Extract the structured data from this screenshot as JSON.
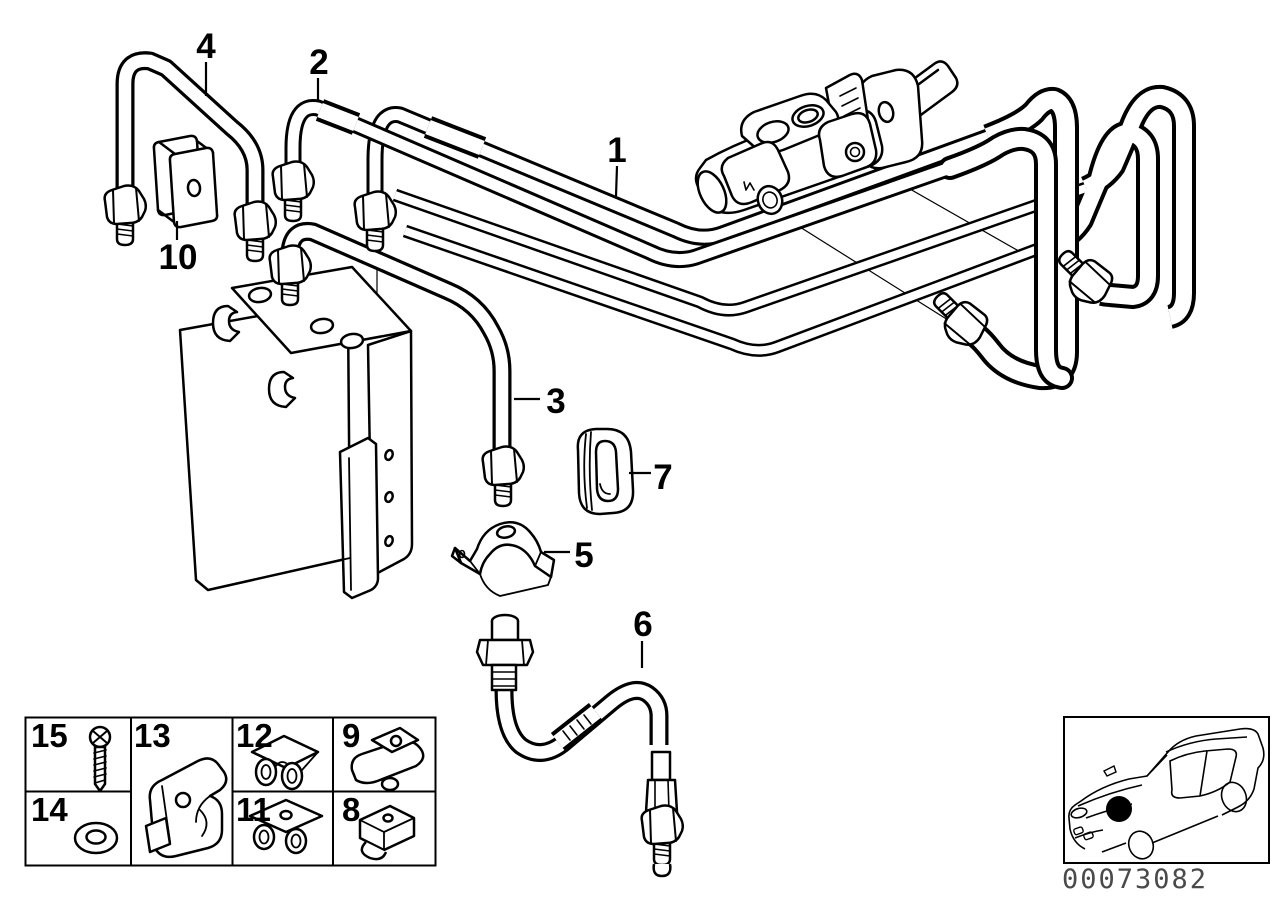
{
  "callouts": [
    {
      "label": "1"
    },
    {
      "label": "2"
    },
    {
      "label": "3"
    },
    {
      "label": "4"
    },
    {
      "label": "5"
    },
    {
      "label": "6"
    },
    {
      "label": "7"
    },
    {
      "label": "8"
    },
    {
      "label": "9"
    },
    {
      "label": "10"
    },
    {
      "label": "11"
    },
    {
      "label": "12"
    },
    {
      "label": "13"
    },
    {
      "label": "14"
    },
    {
      "label": "15"
    }
  ],
  "part_number": "00073082",
  "colors": {
    "line": "#000000",
    "background": "#ffffff",
    "part_number_text": "#4a4a4a"
  },
  "parts": {
    "p1": "brake-pipe-long",
    "p2": "brake-pipe-arched",
    "p3": "brake-pipe-to-hydro-unit",
    "p4": "brake-pipe-jumper",
    "p5": "holding-bracket",
    "p6": "brake-hose-front",
    "p7": "oval-grommet",
    "p8": "clamp-nut",
    "p9": "pipe-holder",
    "p10": "rubber-mount-block",
    "p11": "double-pipe-clip-plate",
    "p12": "double-pipe-clip",
    "p13": "bracket-clamp",
    "p14": "washer",
    "p15": "screw"
  },
  "legend": {
    "icons": [
      "screw-icon",
      "bracket-clamp-icon",
      "double-pipe-clip-icon",
      "pipe-holder-icon",
      "washer-icon",
      "double-pipe-clip-plate-icon",
      "clamp-nut-icon"
    ]
  },
  "thumbnail": {
    "icon": "car-front-left-view",
    "marker": "location-dot-front-left"
  }
}
